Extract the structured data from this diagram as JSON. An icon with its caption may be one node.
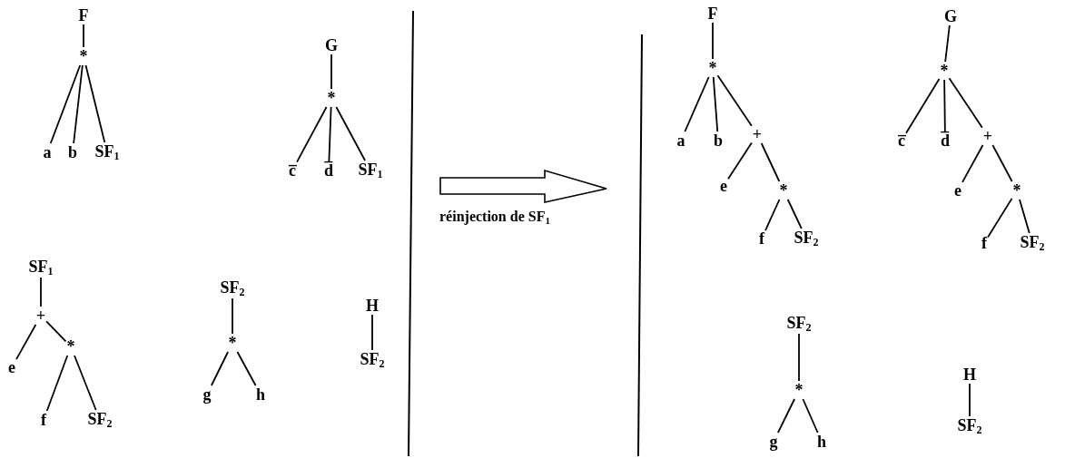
{
  "diagram": {
    "nodes": [
      {
        "text": [
          "F"
        ]
      },
      {
        "text": [
          "*"
        ]
      },
      {
        "text": [
          "a"
        ]
      },
      {
        "text": [
          "b"
        ]
      },
      {
        "text": [
          "SF$_{1}$"
        ]
      },
      {
        "text": [
          "G"
        ]
      },
      {
        "text": [
          "*"
        ]
      },
      {
        "text": [
          "c̅"
        ]
      },
      {
        "text": [
          "d̅"
        ]
      },
      {
        "text": [
          "SF$_{1}$"
        ]
      },
      {
        "text": [
          "SF$_{1}$"
        ]
      },
      {
        "text": [
          "+"
        ]
      },
      {
        "text": [
          "e"
        ]
      },
      {
        "text": [
          "*"
        ]
      },
      {
        "text": [
          "f"
        ]
      },
      {
        "text": [
          "SF$_{2}$"
        ]
      },
      {
        "text": [
          "SF$_{2}$"
        ]
      },
      {
        "text": [
          "*"
        ]
      },
      {
        "text": [
          "g"
        ]
      },
      {
        "text": [
          "h"
        ]
      },
      {
        "text": [
          "H"
        ]
      },
      {
        "text": [
          "SF$_{2}$"
        ]
      },
      {
        "text": [
          "F"
        ]
      },
      {
        "text": [
          "*"
        ]
      },
      {
        "text": [
          "a"
        ]
      },
      {
        "text": [
          "b"
        ]
      },
      {
        "text": [
          "+"
        ]
      },
      {
        "text": [
          "e"
        ]
      },
      {
        "text": [
          "*"
        ]
      },
      {
        "text": [
          "f"
        ]
      },
      {
        "text": [
          "SF$_{2}$"
        ]
      },
      {
        "text": [
          "G"
        ]
      },
      {
        "text": [
          "*"
        ]
      },
      {
        "text": [
          "c̅"
        ]
      },
      {
        "text": [
          "d̅"
        ]
      },
      {
        "text": [
          "+"
        ]
      },
      {
        "text": [
          "e"
        ]
      },
      {
        "text": [
          "*"
        ]
      },
      {
        "text": [
          "f"
        ]
      },
      {
        "text": [
          "SF$_{2}$"
        ]
      },
      {
        "text": [
          "SF$_{2}$"
        ]
      },
      {
        "text": [
          "*"
        ]
      },
      {
        "text": [
          "g"
        ]
      },
      {
        "text": [
          "h"
        ]
      },
      {
        "text": [
          "H"
        ]
      },
      {
        "text": [
          "SF$_{2}$"
        ]
      }
    ],
    "edges": [
      {
        "from": 0,
        "to": 1,
        "arrow": "none"
      },
      {
        "from": 1,
        "to": 2,
        "arrow": "none"
      },
      {
        "from": 1,
        "to": 3,
        "arrow": "none"
      },
      {
        "from": 1,
        "to": 4,
        "arrow": "none"
      },
      {
        "from": 5,
        "to": 6,
        "arrow": "none"
      },
      {
        "from": 6,
        "to": 7,
        "arrow": "none"
      },
      {
        "from": 6,
        "to": 8,
        "arrow": "none"
      },
      {
        "from": 6,
        "to": 9,
        "arrow": "none"
      },
      {
        "from": 10,
        "to": 11,
        "arrow": "none"
      },
      {
        "from": 11,
        "to": 12,
        "arrow": "none"
      },
      {
        "from": 11,
        "to": 13,
        "arrow": "none"
      },
      {
        "from": 13,
        "to": 14,
        "arrow": "none"
      },
      {
        "from": 13,
        "to": 15,
        "arrow": "none"
      },
      {
        "from": 16,
        "to": 17,
        "arrow": "none"
      },
      {
        "from": 17,
        "to": 18,
        "arrow": "none"
      },
      {
        "from": 17,
        "to": 19,
        "arrow": "none"
      },
      {
        "from": 20,
        "to": 21,
        "arrow": "none"
      },
      {
        "from": 22,
        "to": 23,
        "arrow": "none"
      },
      {
        "from": 23,
        "to": 24,
        "arrow": "none"
      },
      {
        "from": 23,
        "to": 25,
        "arrow": "none"
      },
      {
        "from": 23,
        "to": 26,
        "arrow": "none"
      },
      {
        "from": 26,
        "to": 27,
        "arrow": "none"
      },
      {
        "from": 26,
        "to": 28,
        "arrow": "none"
      },
      {
        "from": 28,
        "to": 29,
        "arrow": "none"
      },
      {
        "from": 28,
        "to": 30,
        "arrow": "none"
      },
      {
        "from": 31,
        "to": 32,
        "arrow": "none"
      },
      {
        "from": 32,
        "to": 33,
        "arrow": "none"
      },
      {
        "from": 32,
        "to": 34,
        "arrow": "none"
      },
      {
        "from": 32,
        "to": 35,
        "arrow": "none"
      },
      {
        "from": 35,
        "to": 36,
        "arrow": "none"
      },
      {
        "from": 35,
        "to": 37,
        "arrow": "none"
      },
      {
        "from": 37,
        "to": 38,
        "arrow": "none"
      },
      {
        "from": 37,
        "to": 39,
        "arrow": "none"
      },
      {
        "from": 40,
        "to": 41,
        "arrow": "none"
      },
      {
        "from": 41,
        "to": 42,
        "arrow": "none"
      },
      {
        "from": 41,
        "to": 43,
        "arrow": "none"
      },
      {
        "from": 44,
        "to": 45,
        "arrow": "none"
      }
    ],
    "labels": [
      "réinjection de SF$_{1}$"
    ]
  }
}
